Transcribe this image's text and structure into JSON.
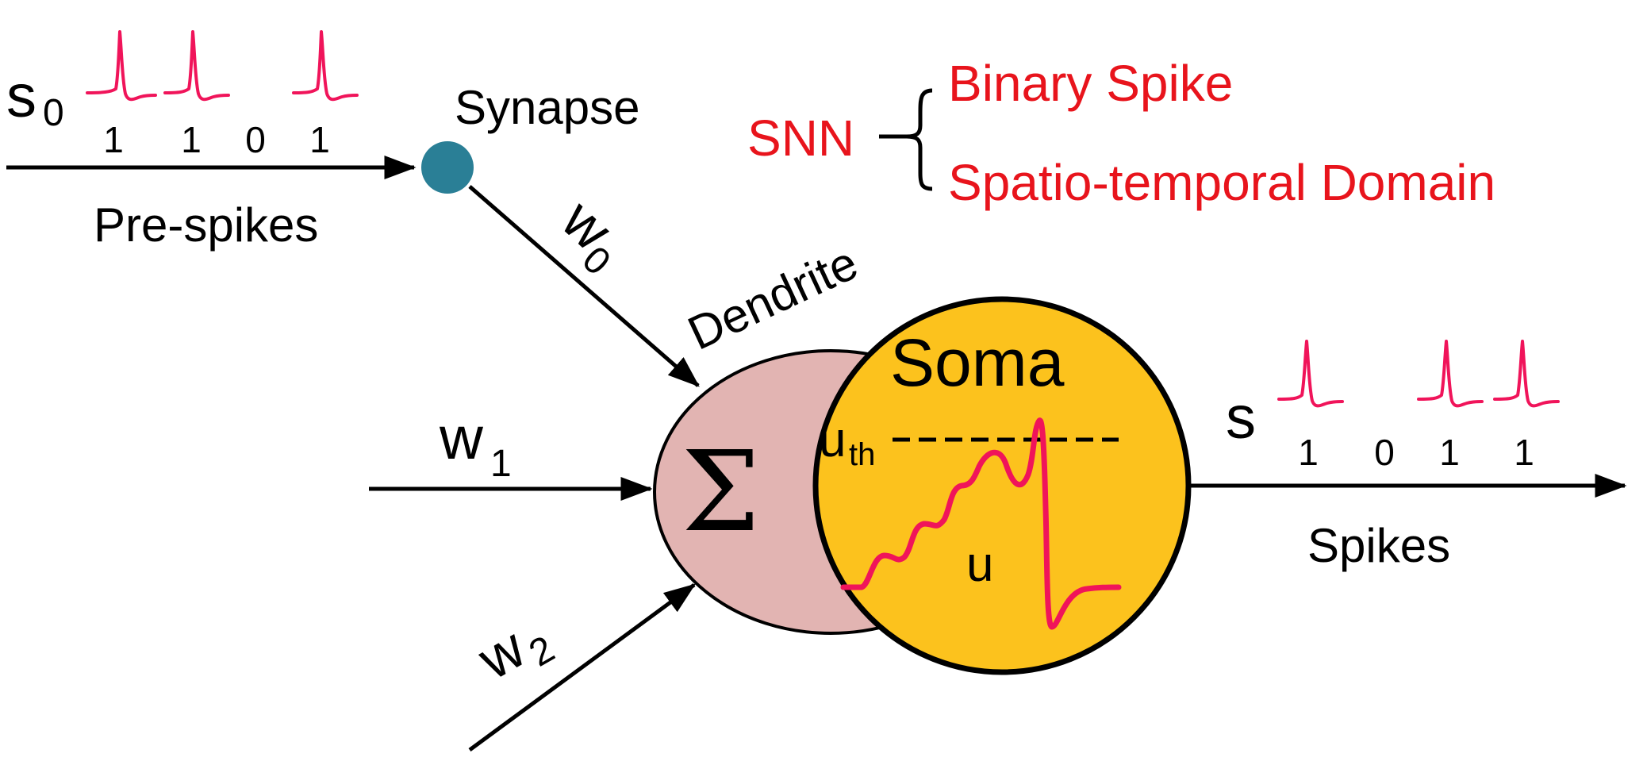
{
  "colors": {
    "spike": "#f0145a",
    "annotation": "#e8141c",
    "synapse": "#2a7f96",
    "dendrite": "#e2b4b2",
    "soma": "#fcc21d",
    "line": "#000000"
  },
  "input": {
    "symbol": "s",
    "subscript": "0",
    "bits": [
      "1",
      "1",
      "0",
      "1"
    ],
    "label": "Pre-spikes"
  },
  "synapse_label": "Synapse",
  "weights": [
    {
      "symbol": "w",
      "subscript": "0"
    },
    {
      "symbol": "w",
      "subscript": "1"
    },
    {
      "symbol": "w",
      "subscript": "2"
    }
  ],
  "dendrite": {
    "label": "Dendrite",
    "sum_symbol": "Σ"
  },
  "soma": {
    "label": "Soma",
    "threshold_symbol": "u",
    "threshold_subscript": "th",
    "potential_symbol": "u"
  },
  "output": {
    "symbol": "s",
    "bits": [
      "1",
      "0",
      "1",
      "1"
    ],
    "label": "Spikes"
  },
  "snn": {
    "label": "SNN",
    "items": [
      "Binary Spike",
      "Spatio-temporal Domain"
    ]
  }
}
